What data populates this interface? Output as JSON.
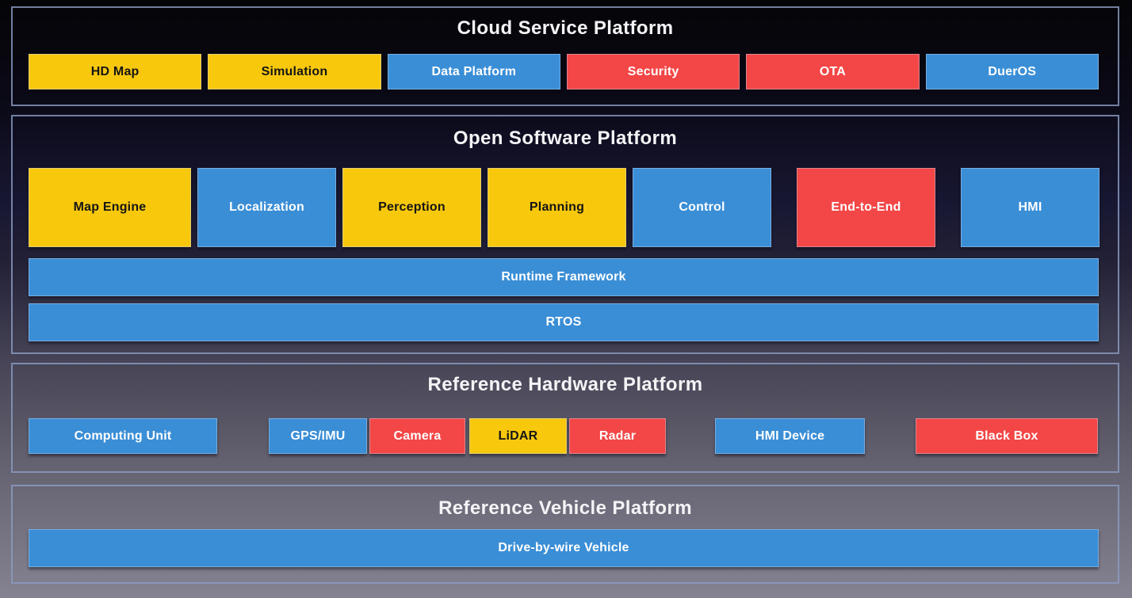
{
  "colors": {
    "yellow": "#F8C80D",
    "blue": "#3A8ED6",
    "red": "#F34646",
    "frame_border": "#8A9CC2",
    "title": "#F4F4F7",
    "text_on_yellow": "#151515",
    "text_on_blue": "#FFFFFF",
    "text_on_red": "#FFFFFF"
  },
  "sections": {
    "cloud": {
      "title": "Cloud Service Platform",
      "boxes": [
        {
          "label": "HD Map",
          "color": "yellow"
        },
        {
          "label": "Simulation",
          "color": "yellow"
        },
        {
          "label": "Data Platform",
          "color": "blue"
        },
        {
          "label": "Security",
          "color": "red"
        },
        {
          "label": "OTA",
          "color": "red"
        },
        {
          "label": "DuerOS",
          "color": "blue"
        }
      ]
    },
    "software": {
      "title": "Open Software Platform",
      "modules": [
        {
          "label": "Map Engine",
          "color": "yellow"
        },
        {
          "label": "Localization",
          "color": "blue"
        },
        {
          "label": "Perception",
          "color": "yellow"
        },
        {
          "label": "Planning",
          "color": "yellow"
        },
        {
          "label": "Control",
          "color": "blue"
        },
        {
          "label": "End-to-End",
          "color": "red"
        },
        {
          "label": "HMI",
          "color": "blue"
        }
      ],
      "bars": [
        {
          "label": "Runtime Framework",
          "color": "blue"
        },
        {
          "label": "RTOS",
          "color": "blue"
        }
      ]
    },
    "hardware": {
      "title": "Reference Hardware Platform",
      "boxes": [
        {
          "label": "Computing Unit",
          "color": "blue"
        },
        {
          "label": "GPS/IMU",
          "color": "blue"
        },
        {
          "label": "Camera",
          "color": "red"
        },
        {
          "label": "LiDAR",
          "color": "yellow"
        },
        {
          "label": "Radar",
          "color": "red"
        },
        {
          "label": "HMI Device",
          "color": "blue"
        },
        {
          "label": "Black Box",
          "color": "red"
        }
      ]
    },
    "vehicle": {
      "title": "Reference Vehicle Platform",
      "bar": {
        "label": "Drive-by-wire Vehicle",
        "color": "blue"
      }
    }
  }
}
